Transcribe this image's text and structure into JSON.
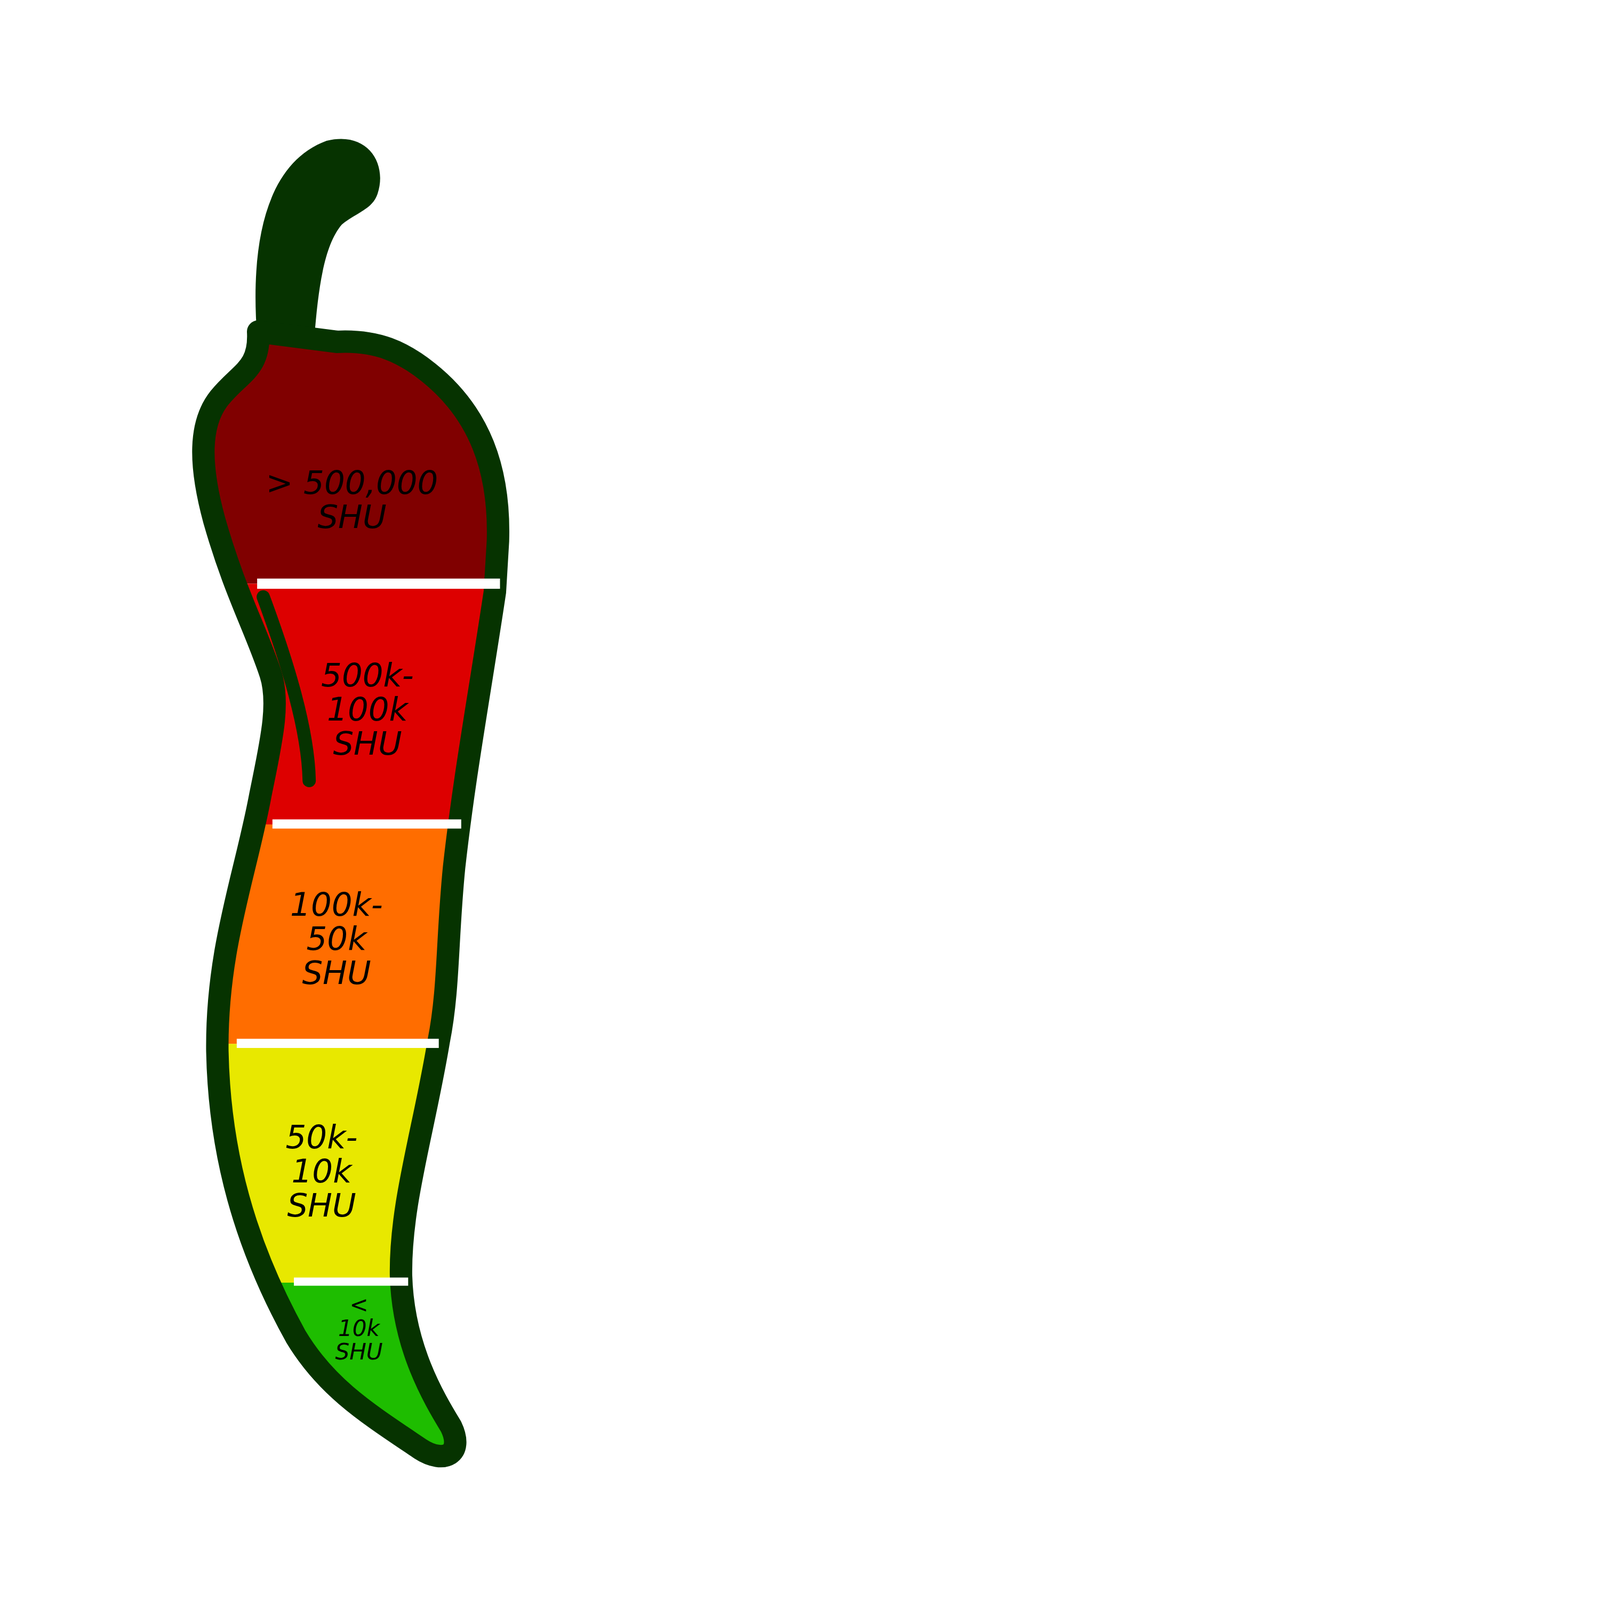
{
  "diagram": {
    "nodes": [
      {
        "text": [
          "> 500,000 SHU"
        ]
      },
      {
        "text": [
          "500k- 100k SHU"
        ]
      },
      {
        "text": [
          "100k- 50k SHU"
        ]
      },
      {
        "text": [
          "50k- 10k SHU"
        ]
      },
      {
        "text": [
          "< 10k SHU"
        ]
      }
    ]
  }
}
